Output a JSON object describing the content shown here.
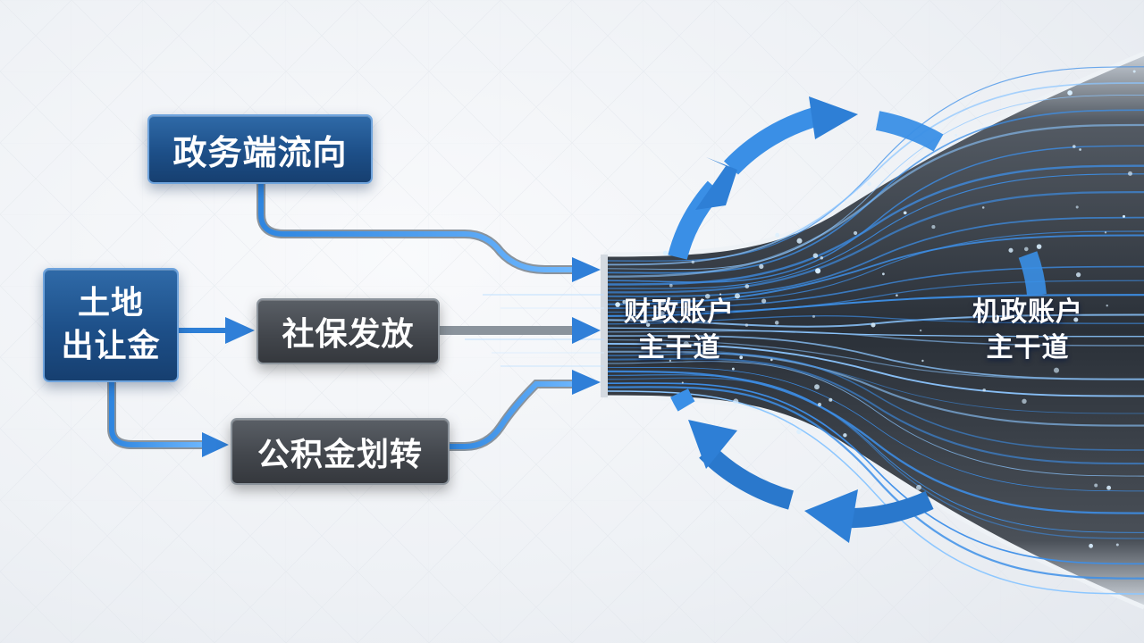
{
  "nodes": {
    "gov_flow": "政务端流向",
    "land_line1": "土地",
    "land_line2": "出让金",
    "social": "社保发放",
    "fund": "公积金划转"
  },
  "channels": {
    "fiscal_line1": "财政账户",
    "fiscal_line2": "主干道",
    "agency_line1": "机政账户",
    "agency_line2": "主干道"
  },
  "colors": {
    "node_blue": "#1d4f88",
    "node_gray": "#43474d",
    "connector_blue": "#3b8ee8",
    "arrow_blue": "#2e7fd6",
    "fiber_blue": "#5aa8ff"
  },
  "icons": [
    "arrow-right-icon",
    "circular-flow-arrows-icon"
  ]
}
